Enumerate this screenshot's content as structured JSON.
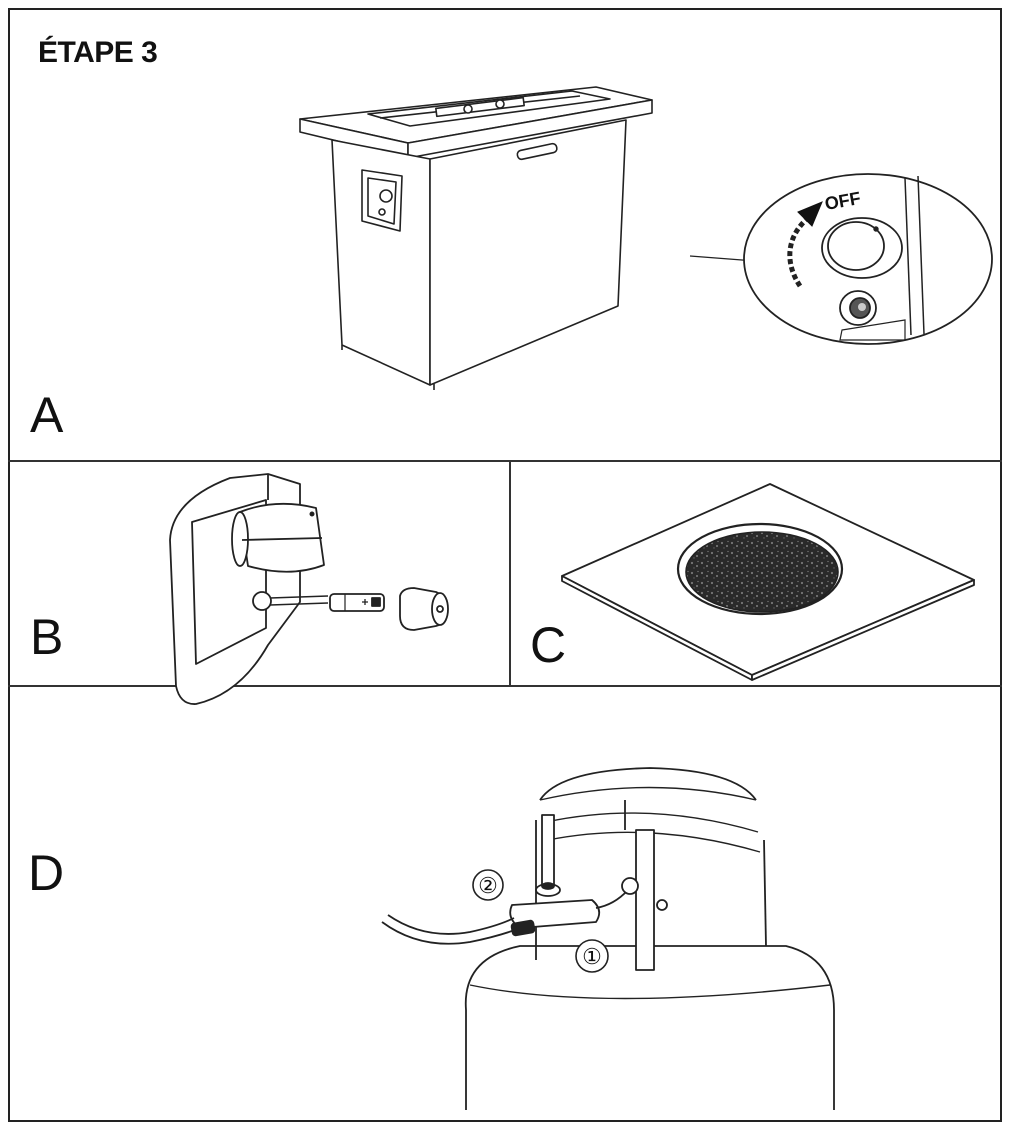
{
  "title": "ÉTAPE 3",
  "panels": {
    "a": {
      "letter": "A",
      "knob_label": "OFF"
    },
    "b": {
      "letter": "B"
    },
    "c": {
      "letter": "C"
    },
    "d": {
      "letter": "D",
      "callouts": [
        "②",
        "①"
      ]
    }
  }
}
